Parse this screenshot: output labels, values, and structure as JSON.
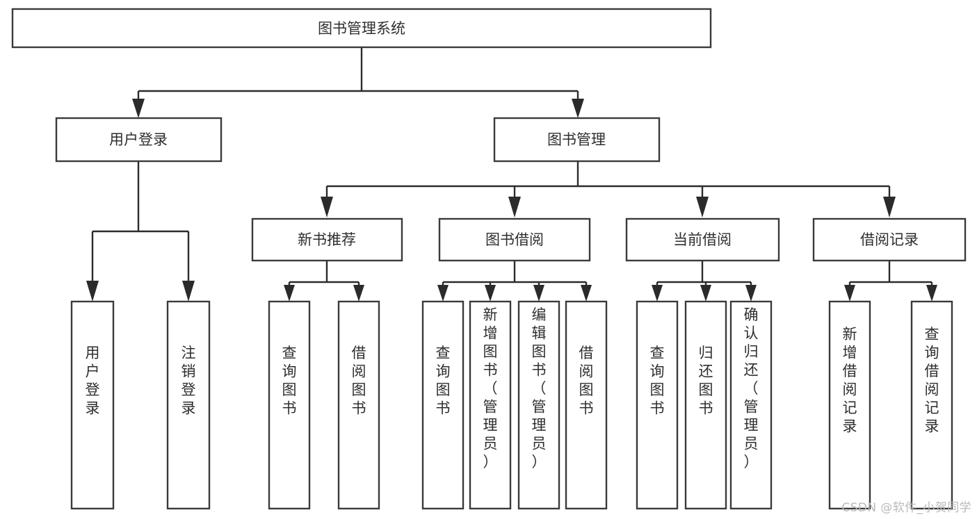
{
  "diagram": {
    "type": "tree-hierarchy-chart",
    "title": "图书管理系统",
    "watermark": "CSDN @软件_小贺同学",
    "colors": {
      "background": "#ffffff",
      "box_fill": "#ffffff",
      "box_stroke": "#3a3a3a",
      "line": "#2b2b2b",
      "text": "#2e2e2e",
      "watermark": "#b9b9b9"
    },
    "levels": {
      "root": "图书管理系统",
      "level2": [
        "用户登录",
        "图书管理"
      ],
      "level3": [
        "新书推荐",
        "图书借阅",
        "当前借阅",
        "借阅记录"
      ]
    },
    "nodes": {
      "root": {
        "label": "图书管理系统",
        "orientation": "horizontal"
      },
      "user_login": {
        "label": "用户登录",
        "orientation": "horizontal"
      },
      "book_manage": {
        "label": "图书管理",
        "orientation": "horizontal"
      },
      "new_book_rec": {
        "label": "新书推荐",
        "orientation": "horizontal"
      },
      "book_borrow": {
        "label": "图书借阅",
        "orientation": "horizontal"
      },
      "current_borrow": {
        "label": "当前借阅",
        "orientation": "horizontal"
      },
      "borrow_record": {
        "label": "借阅记录",
        "orientation": "horizontal"
      },
      "leaf_user_login": {
        "label": "用户登录",
        "orientation": "vertical"
      },
      "leaf_user_logout": {
        "label": "注销登录",
        "orientation": "vertical"
      },
      "leaf_query_book_1": {
        "label": "查询图书",
        "orientation": "vertical"
      },
      "leaf_borrow_book_1": {
        "label": "借阅图书",
        "orientation": "vertical"
      },
      "leaf_query_book_2": {
        "label": "查询图书",
        "orientation": "vertical"
      },
      "leaf_add_book": {
        "label": "新增图书（管理员）",
        "orientation": "vertical"
      },
      "leaf_edit_book": {
        "label": "编辑图书（管理员）",
        "orientation": "vertical"
      },
      "leaf_borrow_book_2": {
        "label": "借阅图书",
        "orientation": "vertical"
      },
      "leaf_query_book_3": {
        "label": "查询图书",
        "orientation": "vertical"
      },
      "leaf_return_book": {
        "label": "归还图书",
        "orientation": "vertical"
      },
      "leaf_confirm_return": {
        "label": "确认归还（管理员）",
        "orientation": "vertical"
      },
      "leaf_add_record": {
        "label": "新增借阅记录",
        "orientation": "vertical"
      },
      "leaf_query_record": {
        "label": "查询借阅记录",
        "orientation": "vertical"
      }
    },
    "tree": [
      {
        "label": "图书管理系统",
        "children": [
          {
            "label": "用户登录",
            "children": [
              {
                "label": "用户登录"
              },
              {
                "label": "注销登录"
              }
            ]
          },
          {
            "label": "图书管理",
            "children": [
              {
                "label": "新书推荐",
                "children": [
                  {
                    "label": "查询图书"
                  },
                  {
                    "label": "借阅图书"
                  }
                ]
              },
              {
                "label": "图书借阅",
                "children": [
                  {
                    "label": "查询图书"
                  },
                  {
                    "label": "新增图书（管理员）"
                  },
                  {
                    "label": "编辑图书（管理员）"
                  },
                  {
                    "label": "借阅图书"
                  }
                ]
              },
              {
                "label": "当前借阅",
                "children": [
                  {
                    "label": "查询图书"
                  },
                  {
                    "label": "归还图书"
                  },
                  {
                    "label": "确认归还（管理员）"
                  }
                ]
              },
              {
                "label": "借阅记录",
                "children": [
                  {
                    "label": "新增借阅记录"
                  },
                  {
                    "label": "查询借阅记录"
                  }
                ]
              }
            ]
          }
        ]
      }
    ]
  }
}
